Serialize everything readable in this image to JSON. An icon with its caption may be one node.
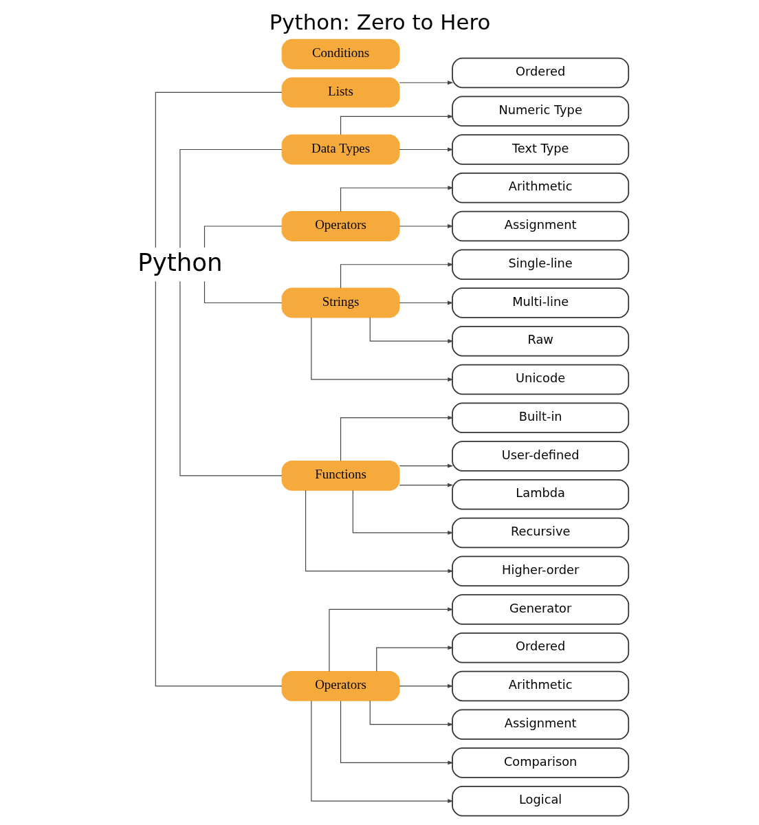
{
  "diagram": {
    "title": "Python: Zero to Hero",
    "nodes": [
      {
        "text": [
          "Python"
        ]
      },
      {
        "text": [
          "Lists"
        ]
      },
      {
        "text": [
          "Data Types"
        ]
      },
      {
        "text": [
          "Operators"
        ]
      },
      {
        "text": [
          "Strings"
        ]
      },
      {
        "text": [
          "Conditions"
        ]
      },
      {
        "text": [
          "Functions"
        ]
      },
      {
        "text": [
          "Operators"
        ]
      },
      {
        "text": [
          "Ordered"
        ]
      },
      {
        "text": [
          "Numeric Type"
        ]
      },
      {
        "text": [
          "Text Type"
        ]
      },
      {
        "text": [
          "Arithmetic"
        ]
      },
      {
        "text": [
          "Assignment"
        ]
      },
      {
        "text": [
          "Single-line"
        ]
      },
      {
        "text": [
          "Multi-line"
        ]
      },
      {
        "text": [
          "Raw"
        ]
      },
      {
        "text": [
          "Unicode"
        ]
      },
      {
        "text": [
          "Built-in"
        ]
      },
      {
        "text": [
          "User-defined"
        ]
      },
      {
        "text": [
          "Lambda"
        ]
      },
      {
        "text": [
          "Recursive"
        ]
      },
      {
        "text": [
          "Higher-order"
        ]
      },
      {
        "text": [
          "Generator"
        ]
      },
      {
        "text": [
          "Ordered"
        ]
      },
      {
        "text": [
          "Arithmetic"
        ]
      },
      {
        "text": [
          "Assignment"
        ]
      },
      {
        "text": [
          "Comparison"
        ]
      },
      {
        "text": [
          "Logical"
        ]
      }
    ],
    "edges": [
      {
        "from": 0,
        "to": 1,
        "arrow": "none"
      },
      {
        "from": 0,
        "to": 2,
        "arrow": "none"
      },
      {
        "from": 0,
        "to": 3,
        "arrow": "none"
      },
      {
        "from": 0,
        "to": 4,
        "arrow": "none"
      },
      {
        "from": 0,
        "to": 6,
        "arrow": "none"
      },
      {
        "from": 0,
        "to": 7,
        "arrow": "none"
      },
      {
        "from": 1,
        "to": 8,
        "arrow": "to"
      },
      {
        "from": 2,
        "to": 9,
        "arrow": "to"
      },
      {
        "from": 2,
        "to": 10,
        "arrow": "to"
      },
      {
        "from": 3,
        "to": 11,
        "arrow": "to"
      },
      {
        "from": 3,
        "to": 12,
        "arrow": "to"
      },
      {
        "from": 4,
        "to": 13,
        "arrow": "to"
      },
      {
        "from": 4,
        "to": 14,
        "arrow": "to"
      },
      {
        "from": 4,
        "to": 15,
        "arrow": "to"
      },
      {
        "from": 4,
        "to": 16,
        "arrow": "to"
      },
      {
        "from": 6,
        "to": 17,
        "arrow": "to"
      },
      {
        "from": 6,
        "to": 18,
        "arrow": "to"
      },
      {
        "from": 6,
        "to": 19,
        "arrow": "to"
      },
      {
        "from": 6,
        "to": 20,
        "arrow": "to"
      },
      {
        "from": 6,
        "to": 21,
        "arrow": "to"
      },
      {
        "from": 7,
        "to": 22,
        "arrow": "to"
      },
      {
        "from": 7,
        "to": 23,
        "arrow": "to"
      },
      {
        "from": 7,
        "to": 24,
        "arrow": "to"
      },
      {
        "from": 7,
        "to": 25,
        "arrow": "to"
      },
      {
        "from": 7,
        "to": 26,
        "arrow": "to"
      },
      {
        "from": 7,
        "to": 27,
        "arrow": "to"
      }
    ]
  }
}
